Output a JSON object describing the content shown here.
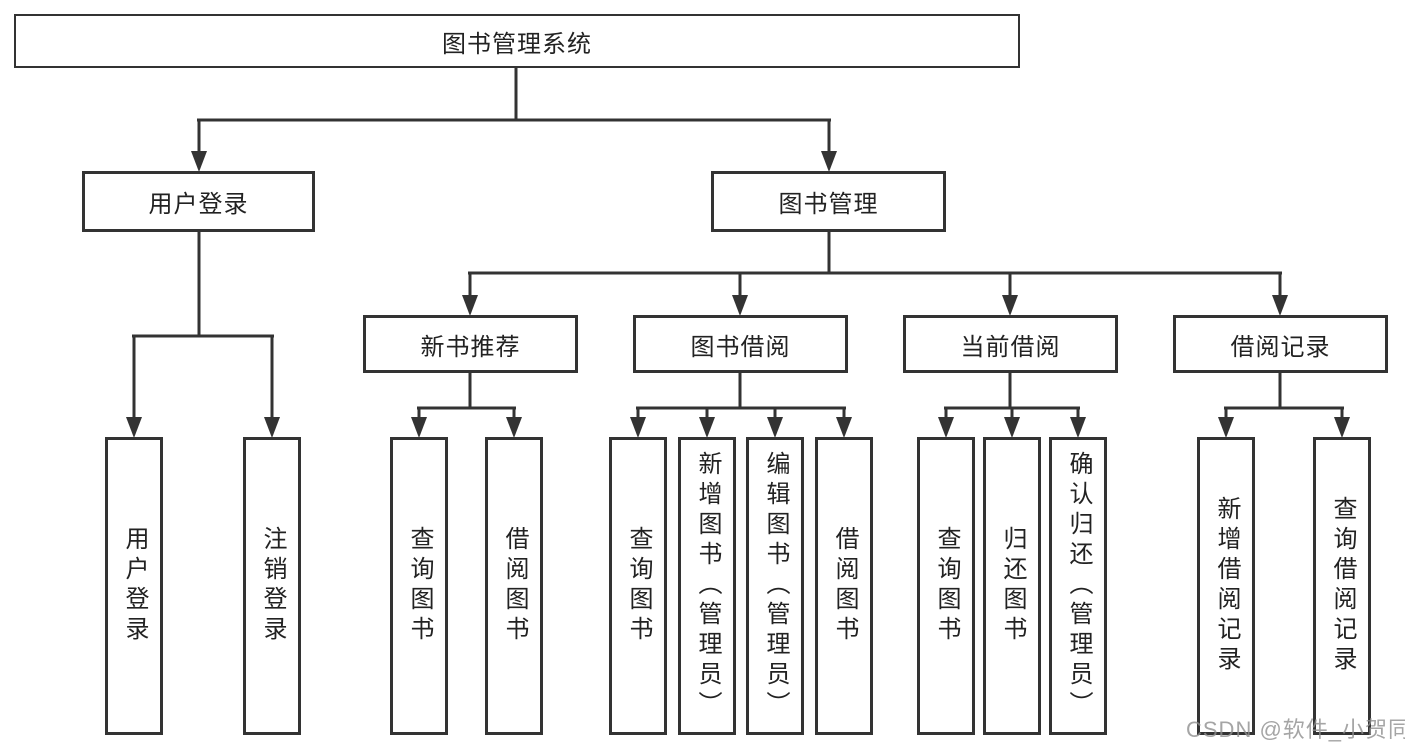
{
  "diagram_title": "图书管理系统",
  "tree": {
    "label": "图书管理系统",
    "children": [
      {
        "label": "用户登录",
        "children": [
          {
            "label": "用户登录"
          },
          {
            "label": "注销登录"
          }
        ]
      },
      {
        "label": "图书管理",
        "children": [
          {
            "label": "新书推荐",
            "children": [
              {
                "label": "查询图书"
              },
              {
                "label": "借阅图书"
              }
            ]
          },
          {
            "label": "图书借阅",
            "children": [
              {
                "label": "查询图书"
              },
              {
                "label": "新增图书（管理员）"
              },
              {
                "label": "编辑图书（管理员）"
              },
              {
                "label": "借阅图书"
              }
            ]
          },
          {
            "label": "当前借阅",
            "children": [
              {
                "label": "查询图书"
              },
              {
                "label": "归还图书"
              },
              {
                "label": "确认归还（管理员）"
              }
            ]
          },
          {
            "label": "借阅记录",
            "children": [
              {
                "label": "新增借阅记录"
              },
              {
                "label": "查询借阅记录"
              }
            ]
          }
        ]
      }
    ]
  },
  "watermark": {
    "text": "CSDN @软件_小贺同学"
  },
  "colors": {
    "line": "#333333",
    "box_border": "#333333",
    "box_background": "#ffffff",
    "text": "#222222",
    "watermark": "#8f8f8f"
  }
}
